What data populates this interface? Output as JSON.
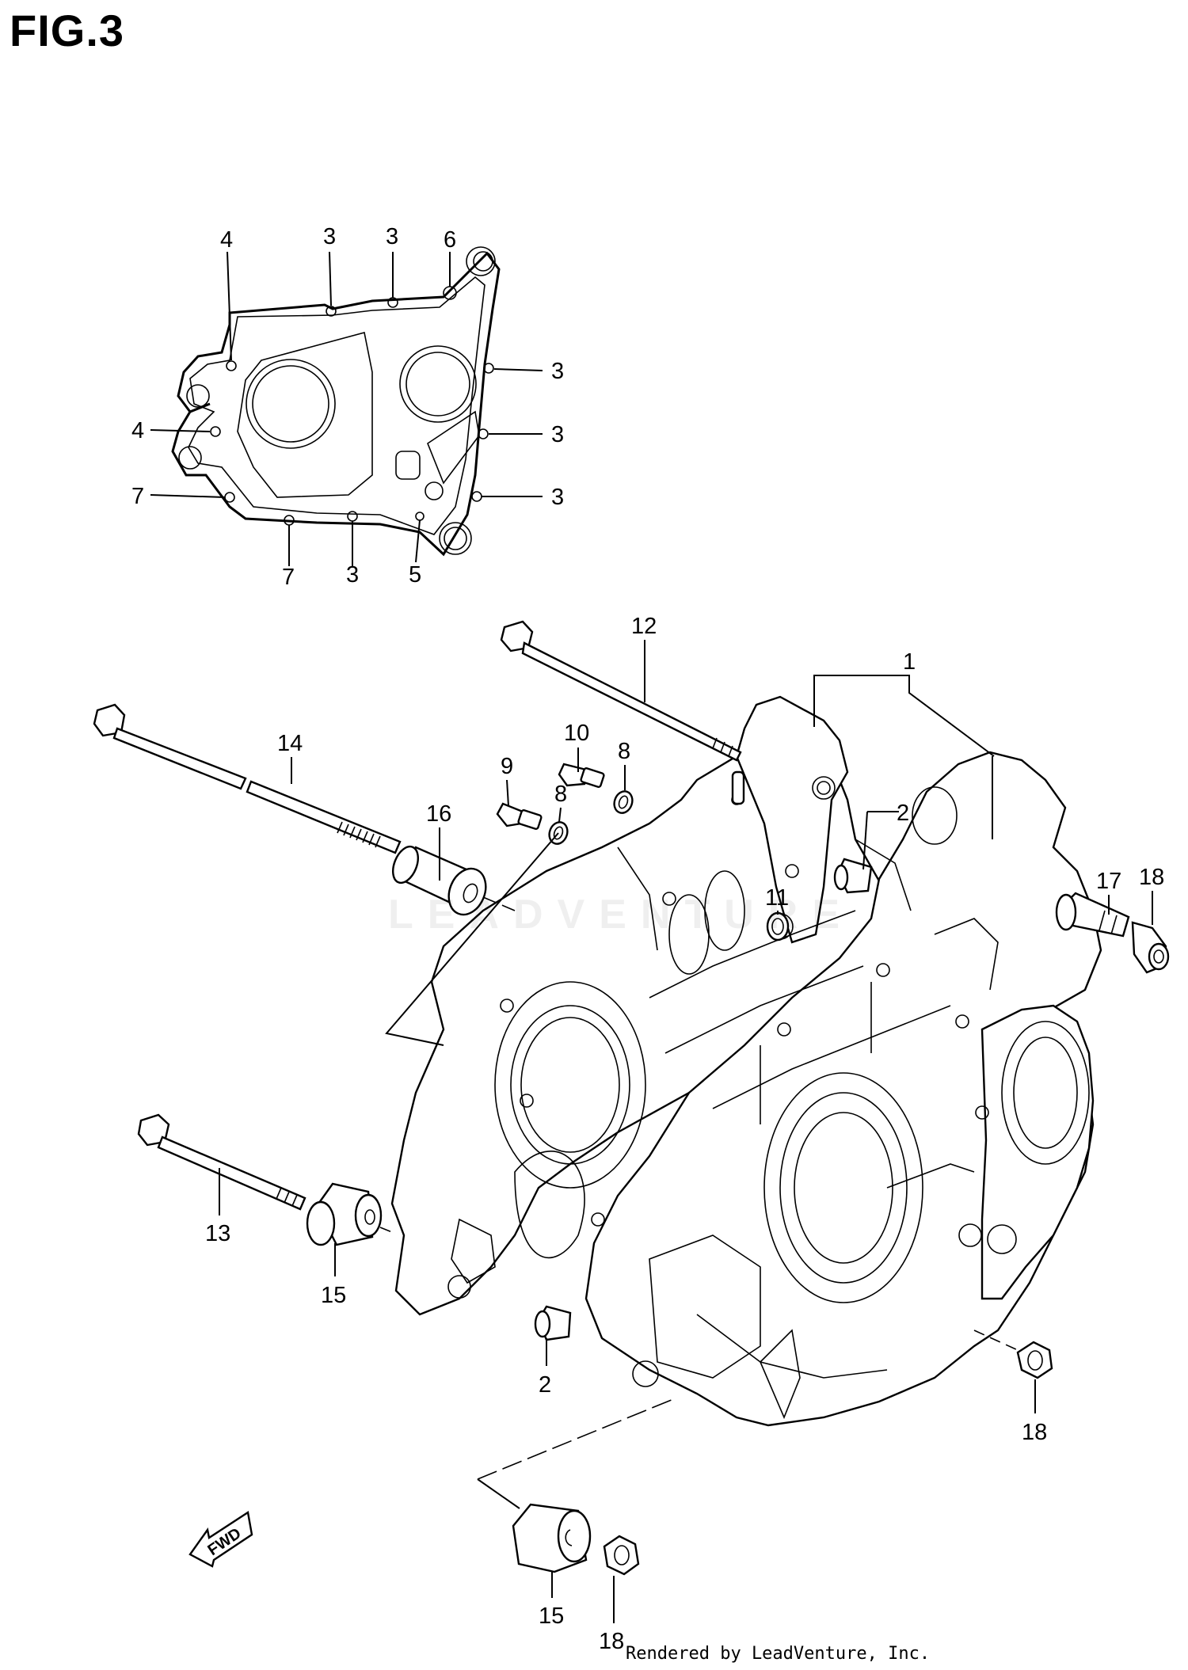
{
  "figure": {
    "title": "FIG.3",
    "credit": "Rendered by LeadVenture, Inc.",
    "watermark": "LEADVENTURE",
    "fwd_label": "FWD"
  },
  "callouts": [
    {
      "id": "c-gasket-4a",
      "label": "4"
    },
    {
      "id": "c-gasket-3a",
      "label": "3"
    },
    {
      "id": "c-gasket-3b",
      "label": "3"
    },
    {
      "id": "c-gasket-6",
      "label": "6"
    },
    {
      "id": "c-gasket-3c",
      "label": "3"
    },
    {
      "id": "c-gasket-4b",
      "label": "4"
    },
    {
      "id": "c-gasket-3d",
      "label": "3"
    },
    {
      "id": "c-gasket-7a",
      "label": "7"
    },
    {
      "id": "c-gasket-3e",
      "label": "3"
    },
    {
      "id": "c-gasket-7b",
      "label": "7"
    },
    {
      "id": "c-gasket-3f",
      "label": "3"
    },
    {
      "id": "c-gasket-5",
      "label": "5"
    },
    {
      "id": "c-12",
      "label": "12"
    },
    {
      "id": "c-1",
      "label": "1"
    },
    {
      "id": "c-14",
      "label": "14"
    },
    {
      "id": "c-10",
      "label": "10"
    },
    {
      "id": "c-9",
      "label": "9"
    },
    {
      "id": "c-8a",
      "label": "8"
    },
    {
      "id": "c-8b",
      "label": "8"
    },
    {
      "id": "c-16",
      "label": "16"
    },
    {
      "id": "c-2a",
      "label": "2"
    },
    {
      "id": "c-11",
      "label": "11"
    },
    {
      "id": "c-17",
      "label": "17"
    },
    {
      "id": "c-18a",
      "label": "18"
    },
    {
      "id": "c-13",
      "label": "13"
    },
    {
      "id": "c-15a",
      "label": "15"
    },
    {
      "id": "c-2b",
      "label": "2"
    },
    {
      "id": "c-18b",
      "label": "18"
    },
    {
      "id": "c-15b",
      "label": "15"
    },
    {
      "id": "c-18c",
      "label": "18"
    }
  ]
}
